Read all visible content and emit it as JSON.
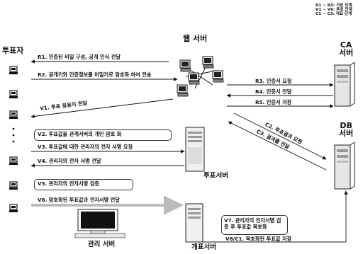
{
  "legend": [
    "R1 ~ R5: 가입 단계",
    "V1 ~ V6: 투표 단계",
    "C1 ~ C3: 개표 단계"
  ],
  "nodes": {
    "voter": "투표자",
    "web": "웹 서버",
    "ca": "CA\n서버",
    "db": "DB\n서버",
    "vote": "투표서버",
    "count": "개표서버",
    "admin": "관리 서버"
  },
  "messages": {
    "r1": "R1. 인증된 비밀 구성, 공개 인식 전달",
    "r2": "R2. 공개키와 인증정보를 비밀키로 암호화 하여 전송",
    "r3": "R3. 인증서 요청",
    "r4": "R4. 인증서 전달",
    "r5": "R5. 인증서 저장",
    "v1": "V1. 투표 용용지 전달",
    "v2": "V2. 투표값을 관계서버의 개인 암호 화",
    "v3": "V3. 투표값에 대한 관리자의 전자 서명 요청",
    "v4": "V4. 관리자의 전자 서명 전달",
    "v5": "V5. 관리자의 전자서명 검증",
    "v6": "V6. 암호화된 투표값과 전자서명 전달",
    "v7": "V7. 관리자의 전자서명 검증 후 투표값 복호화",
    "c2": "C2. 투표결과 요청",
    "c3": "C3. 결과를 전달",
    "v8c1": "V8/C1. 복호화된 투표값 저장"
  }
}
